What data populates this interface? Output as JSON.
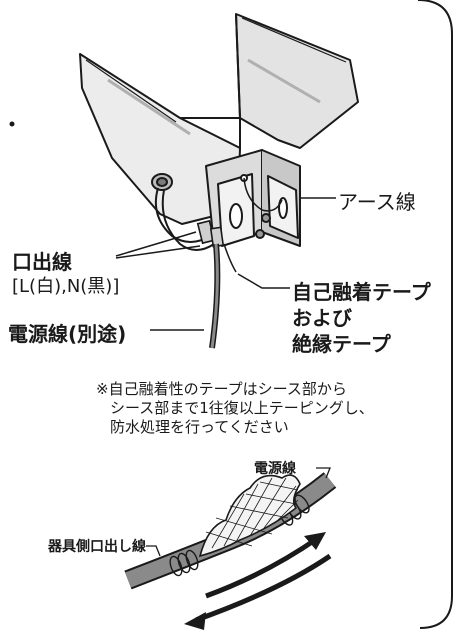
{
  "labels": {
    "earth_wire": "アース線",
    "lead_wire": "口出線",
    "lead_wire_colors": "[L(白),N(黒)]",
    "power_cord": "電源線(別途)",
    "tape_line1": "自己融着テープ",
    "tape_line2": "および",
    "tape_line3": "絶縁テープ"
  },
  "note": {
    "line1": "※自己融着性のテープはシース部から",
    "line2": "シース部まで1往復以上テーピングし、",
    "line3": "防水処理を行ってください"
  },
  "detail": {
    "power_line": "電源線",
    "fixture_lead": "器具側口出し線"
  },
  "colors": {
    "ink": "#1a1a1a",
    "fixture_fill": "#e9e9e9",
    "fixture_shade": "#c8c8c8",
    "cable_grey": "#8a8a8a"
  }
}
